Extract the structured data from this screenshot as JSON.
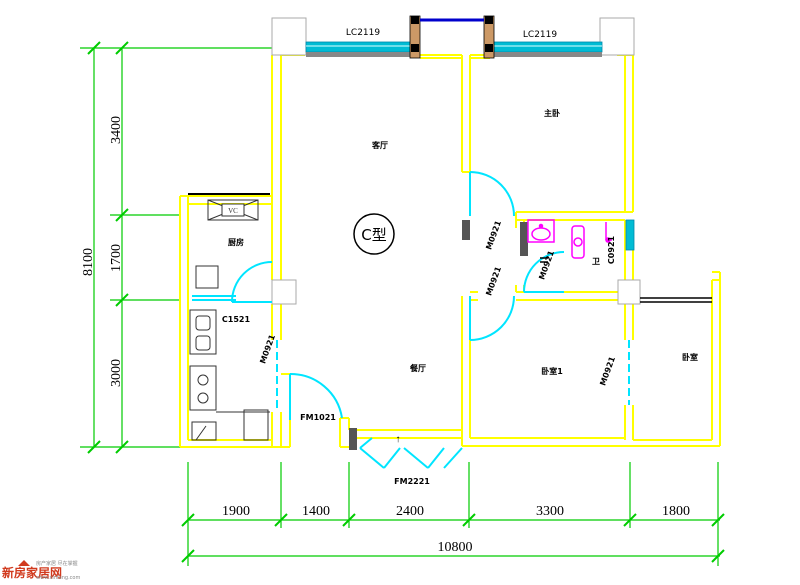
{
  "dimensions": {
    "total_height": "8100",
    "left_segments": [
      "3400",
      "1700",
      "3000"
    ],
    "bottom_segments": [
      "1900",
      "1400",
      "2400",
      "3300",
      "1800"
    ],
    "total_width": "10800"
  },
  "type_label": "C型",
  "windows": {
    "left": "LC2119",
    "right": "LC2119"
  },
  "labels": {
    "living": "客厅",
    "bedroom_main": "主卧",
    "bedroom_1": "卧室1",
    "bedroom_2": "卧室",
    "kitchen": "厨房",
    "dining": "餐厅",
    "toilet": "卫",
    "door_m0921_a": "M0921",
    "door_m0921_b": "M0921",
    "door_m0921_c": "M0921",
    "door_m0921_d": "M0921",
    "door_m0921_e": "M0921",
    "door_c1521": "C1521",
    "door_fm1021": "FM1021",
    "door_fm2221": "FM2221",
    "window_c0921": "C0921"
  },
  "logo": {
    "main": "新房家居网",
    "sub": "房产家居 尽在掌握",
    "url": "www.xinfang.com"
  },
  "colors": {
    "wall": "#ffff00",
    "dimension": "#00cc00",
    "door": "#00e5ff",
    "window_fill": "#00bcd4",
    "fixture": "#ff00ff"
  }
}
